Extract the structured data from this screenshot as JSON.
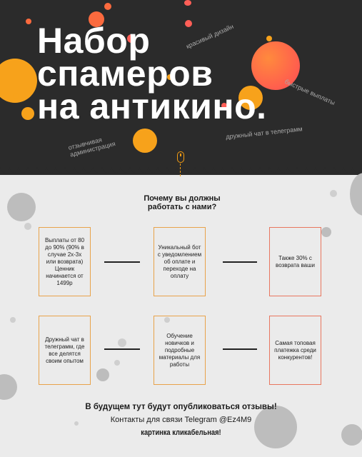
{
  "hero": {
    "title_lines": [
      "Набор",
      "спамеров",
      "на антикино."
    ],
    "tags": {
      "design": "красивый дизайн",
      "payouts": "быстрые выплаты",
      "chat": "дружный чат в телеграмм",
      "admin_line1": "отзывчивая",
      "admin_line2": "администрация"
    },
    "icon": "mouse-scroll-icon"
  },
  "question": {
    "line1": "Почему вы должны",
    "line2": "работать с нами?"
  },
  "cards": [
    {
      "text": "Выплаты от 80 до 90% (90% в случае 2х-3х или возврата) Ценник начинается от 1499р"
    },
    {
      "text": "Уникальный бот с уведомлением об оплате и переходе на оплату"
    },
    {
      "text": "Также 30% с возврата ваши"
    },
    {
      "text": "Дружный чат в телеграмм, где все делятся своим опытом"
    },
    {
      "text": "Обучение новичков и подробные материалы для работы"
    },
    {
      "text": "Самая топовая платежка среди конкурентов!"
    }
  ],
  "footer": {
    "reviews": "В будущем тут будут опубликоваться отзывы!",
    "contacts": "Контакты для связи Telegram @Ez4M9",
    "clickable": "картинка кликабельная!"
  },
  "colors": {
    "dark_bg": "#2b2b2b",
    "light_bg": "#ebebeb",
    "orange": "#f7a21b",
    "coral": "#ff5f57",
    "card_orange": "#e8a24a",
    "card_red": "#e8765f"
  }
}
